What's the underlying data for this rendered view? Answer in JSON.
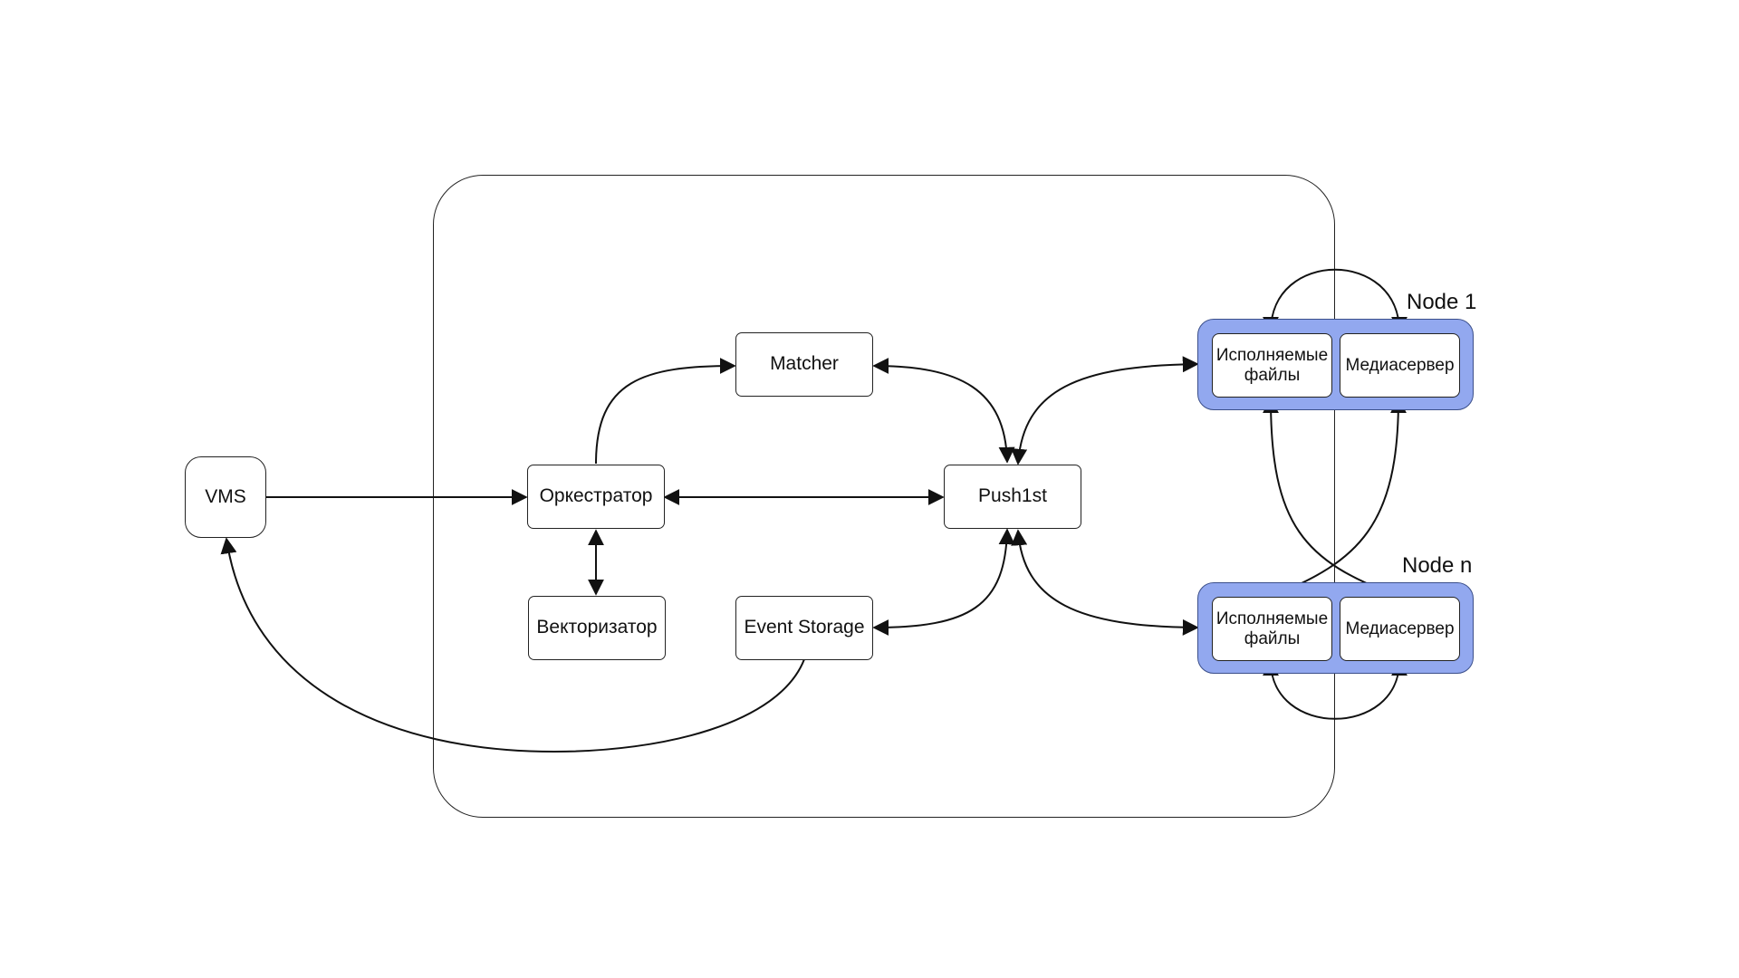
{
  "nodes": {
    "vms": "VMS",
    "orchestrator": "Оркестратор",
    "matcher": "Matcher",
    "push": "Push1st",
    "vectorizer": "Векторизатор",
    "event_storage": "Event Storage"
  },
  "cluster_nodes": [
    {
      "title": "Node 1",
      "executables": "Исполняемые файлы",
      "mediaserver": "Медиасервер"
    },
    {
      "title": "Node n",
      "executables": "Исполняемые файлы",
      "mediaserver": "Медиасервер"
    }
  ],
  "colors": {
    "node_fill": "#92a8ef",
    "node_border": "#3b4f8a",
    "line": "#111111"
  }
}
